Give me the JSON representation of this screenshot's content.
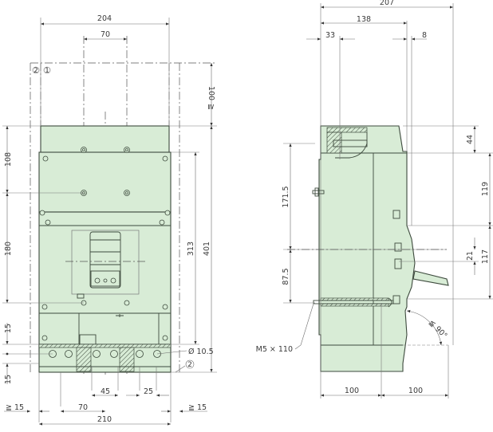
{
  "drawing": {
    "title": "Circuit-breaker dimension drawing",
    "colors": {
      "body_fill": "#d8ecd6",
      "line": "#3d4a3d",
      "dimension_text": "#3a3a3a",
      "background": "#ffffff"
    },
    "front_view": {
      "dims": {
        "width_top": "204",
        "hole_spacing_top": "70",
        "clearance_top": "100",
        "clearance_top_symbol": "≧",
        "height_108": "108",
        "height_180": "180",
        "height_313": "313",
        "height_401": "401",
        "terminal_15_top": "15",
        "terminal_15_bottom": "15",
        "hole_diameter": "Ø 10.5",
        "spacing_45": "45",
        "spacing_25": "25",
        "spacing_70": "70",
        "width_bottom": "210",
        "side_clear_left": "≧ 15",
        "side_clear_right": "≧ 15"
      },
      "callouts": [
        "2",
        "1",
        "2"
      ]
    },
    "side_view": {
      "dims": {
        "depth_207": "207",
        "depth_138": "138",
        "offset_33": "33",
        "offset_8": "8",
        "height_44": "44",
        "height_119": "119",
        "height_117": "117",
        "height_21": "21",
        "height_171_5": "171.5",
        "height_87_5": "87.5",
        "bottom_100_left": "100",
        "bottom_100_right": "100",
        "angle": "90°",
        "angle_symbol": "≦"
      },
      "screw_label": "M5 × 110"
    }
  }
}
